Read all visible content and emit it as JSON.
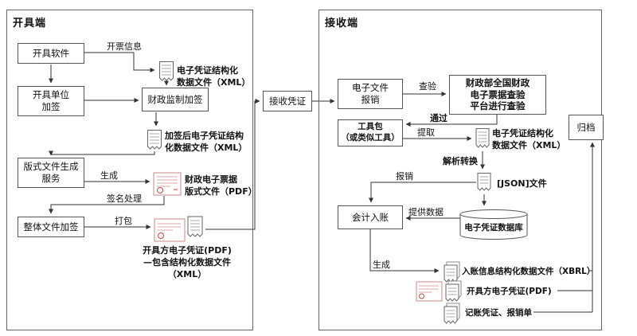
{
  "issuer": {
    "title": "开具端",
    "software": "开具软件",
    "unit_sign": "开具单位\n加签",
    "fiscal_sign": "财政监制加签",
    "layout_service": "版式文件生成\n服务",
    "whole_sign": "整体文件加签",
    "doc_xml": "电子凭证结构化\n数据文件（XML）",
    "doc_signed_xml": "加签后电子凭证结构\n化数据文件（XML）",
    "doc_pdf": "财政电子票据\n版式文件（PDF）",
    "doc_package": "开具方电子凭证(PDF)\n—包含结构化数据文件\n（XML）",
    "labels": {
      "invoice_info": "开票信息",
      "generate": "生成",
      "sign_process": "签名处理",
      "package": "打包"
    }
  },
  "middle": {
    "receive": "接收凭证"
  },
  "receiver": {
    "title": "接收端",
    "efile_reimburse": "电子文件\n报销",
    "platform": "财政部全国财政\n电子票据查验\n平台进行查验",
    "toolkit": "工具包\n（或类似工具）",
    "accounting": "会计入账",
    "database": "电子凭证数据库",
    "archive": "归档",
    "doc_xml": "电子凭证结构化\n数据文件（XML）",
    "doc_json": "[JSON]文件",
    "out_xbrl": "入账信息结构化数据文件（XBRL）",
    "out_pdf": "开具方电子凭证(PDF)",
    "out_voucher": "记账凭证、报销单",
    "labels": {
      "verify": "查验",
      "pass": "通过",
      "extract": "提取",
      "parse": "解析转换",
      "reimburse": "报销",
      "provide_data": "提供数据",
      "generate": "生成"
    }
  },
  "colors": {
    "line": "#333333",
    "box_border": "#555555",
    "pdf_accent": "#cc6666"
  }
}
